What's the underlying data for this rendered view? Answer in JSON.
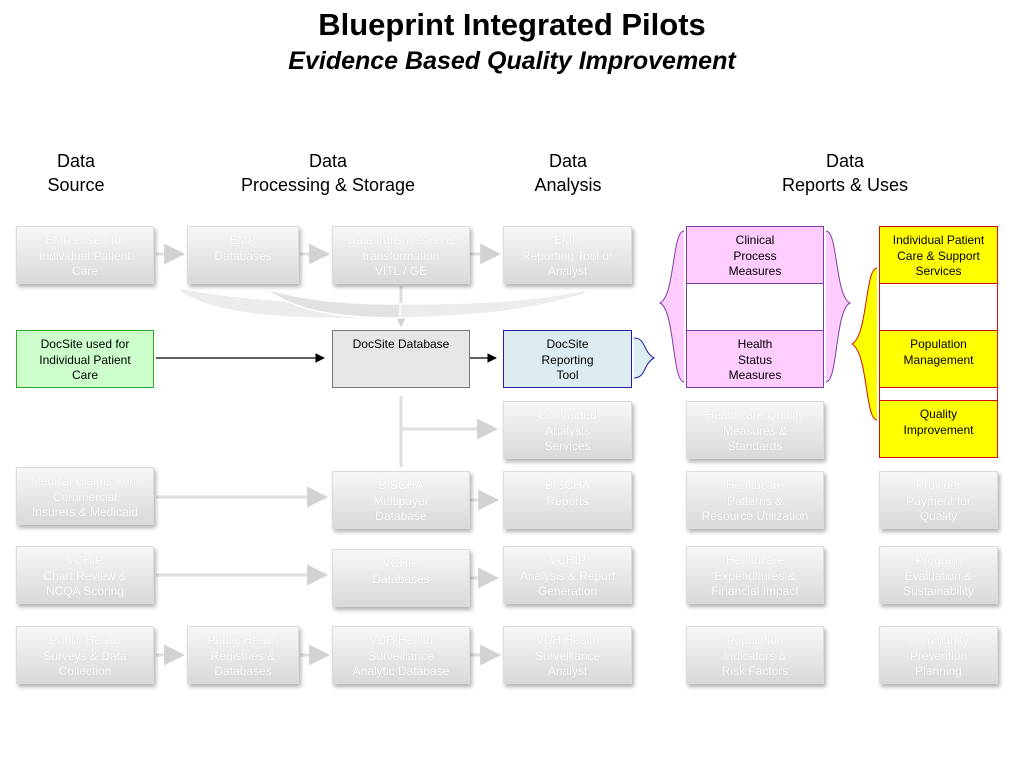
{
  "title": "Blueprint Integrated Pilots",
  "subtitle": "Evidence Based Quality Improvement",
  "columns": [
    {
      "line1": "Data",
      "line2": "Source"
    },
    {
      "line1": "Data",
      "line2": "Processing & Storage"
    },
    {
      "line1": "Data",
      "line2": "Analysis"
    },
    {
      "line1": "Data",
      "line2": "Reports & Uses"
    }
  ],
  "rows": {
    "emr": {
      "source": "EMRs used for\nIndividual Patient\nCare",
      "databases": "EMR\nDatabases",
      "transform": "Data transmission &\ntransformation\nVITL / GE",
      "analysis": "EMR\nReporting Tool or\nAnalyst"
    },
    "docsite": {
      "source": "DocSite used for\nIndividual Patient\nCare",
      "database": "DocSite Database",
      "tool": "DocSite\nReporting\nTool"
    },
    "contracted": {
      "analysis": "Contracted\nAnalysis\nServices",
      "report": "Healthcare Quality\nMeasures &\nStandards"
    },
    "claims": {
      "source": "Medical Claims from\nCommercial\nInsurers & Medicaid",
      "database": "BISCHA\nMultipayer\nDatabase",
      "analysis": "BISCHA\nReports",
      "report": "Healthcare\nPatterns &\nResource Utilization",
      "use": "Provider\nPayment for\nQuality"
    },
    "vchip": {
      "source": "VCHIP\nChart Review &\nNCQA Scoring",
      "database": "VCHIP\nDatabases",
      "analysis": "VCHIP\nAnalysis & Report\nGeneration",
      "report": "Healthcare\nExpenditures &\nFinancial Impact",
      "use": "Program\nEvaluation &\nSustainability"
    },
    "publichealth": {
      "source": "Public Health\nSurveys & Data\nCollection",
      "registries": "Public Health\nRegistries &\nDatabases",
      "database": "VDH Health\nSurveillance\nAnalytic Database",
      "analysis": "VDH Health\nSurveillance\nAnalyst",
      "report": "Population\nIndicators &\nRisk Factors",
      "use": "Community\nPrevention\nPlanning"
    }
  },
  "measures": {
    "clinical": "Clinical\nProcess\nMeasures",
    "health": "Health\nStatus\nMeasures"
  },
  "uses": {
    "individual": "Individual Patient\nCare & Support\nServices",
    "population": "Population\nManagement",
    "quality": "Quality\nImprovement"
  },
  "colors": {
    "docsite_source": "#ccffcc",
    "docsite_database": "#e6e6e6",
    "docsite_tool": "#dcecf0",
    "measures": "#ffccff",
    "uses": "#ffff00",
    "faded": "#e3e3e3"
  }
}
